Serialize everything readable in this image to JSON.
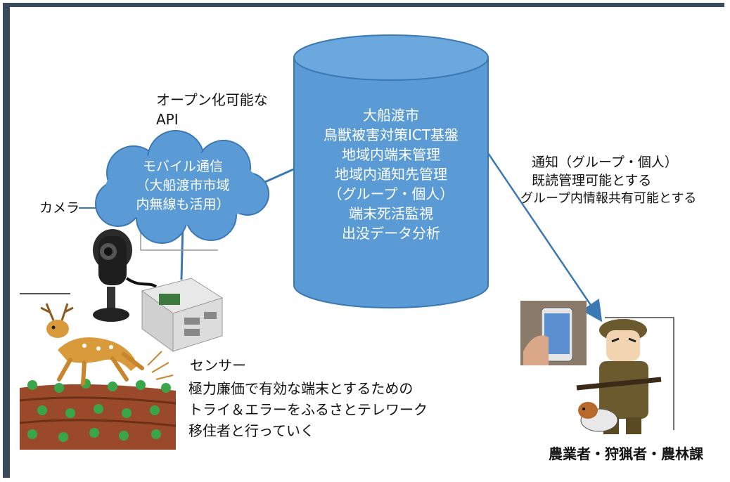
{
  "api_label": [
    "オープン化可能な",
    "API"
  ],
  "cloud_lines": [
    "モバイル通信",
    "（大船渡市市域",
    "内無線も活用）"
  ],
  "camera_label": "カメラ",
  "database_lines": [
    "大船渡市",
    "鳥獣被害対策ICT基盤",
    "地域内端末管理",
    "地域内通知先管理",
    "（グループ・個人）",
    "端末死活監視",
    "出没データ分析"
  ],
  "notify_lines": [
    "通知（グループ・個人）",
    "既読管理可能とする",
    "グループ内情報共有可能とする"
  ],
  "sensor_label": "センサー",
  "trial_lines": [
    "極力廉価で有効な端末とするための",
    "トライ＆エラーをふるさとテレワーク",
    "移住者と行っていく"
  ],
  "users_label": "農業者・狩猟者・農林課",
  "colors": {
    "cylinder_fill": "#5b9bd5",
    "cylinder_stroke": "#3b78b5",
    "frame": "#3a4b5c",
    "arrow": "#3b78b5"
  }
}
